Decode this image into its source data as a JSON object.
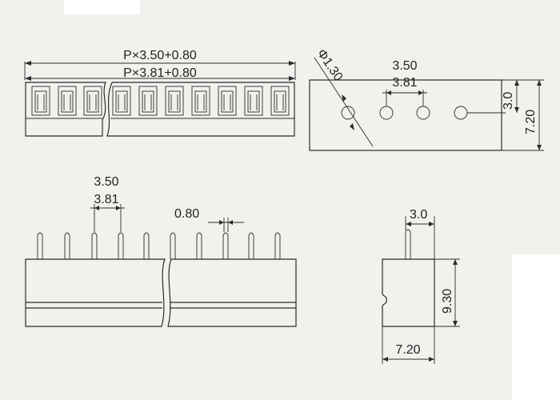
{
  "dims": {
    "pitch_a": "P×3.50+0.80",
    "pitch_b": "P×3.81+0.80",
    "hole_dia": "Φ1.30",
    "top_pitch_a": "3.50",
    "top_pitch_b": "3.81",
    "top_small": "3.0",
    "top_height": "7.20",
    "front_pitch_a": "3.50",
    "front_pitch_b": "3.81",
    "pin_width": "0.80",
    "side_pin_offset": "3.0",
    "side_height": "9.30",
    "side_depth": "7.20"
  },
  "colors": {
    "line": "#2b2b2b",
    "paper": "#f2f1ee"
  }
}
